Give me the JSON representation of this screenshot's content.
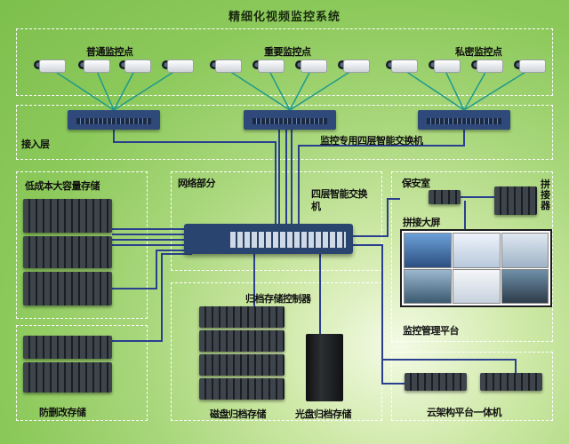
{
  "title": "精细化视频监控系统",
  "monitoring_points": [
    "普通监控点",
    "重要监控点",
    "私密监控点"
  ],
  "layers": {
    "access": "接入层",
    "network": "网络部分",
    "low_cost_storage": "低成本大容量存储",
    "security_room": "保安室",
    "anti_tamper_storage": "防删改存储",
    "disk_archive": "磁盘归档存储",
    "optical_archive": "光盘归档存储",
    "cloud_platform": "云架构平台一体机"
  },
  "devices": {
    "monitor_switch": "监控专用四层智能交换机",
    "core_switch": "四层智能交换机",
    "splicer": "拼接器",
    "splice_screen": "拼接大屏",
    "archive_controller": "归档存储控制器",
    "management_platform": "监控管理平台"
  }
}
